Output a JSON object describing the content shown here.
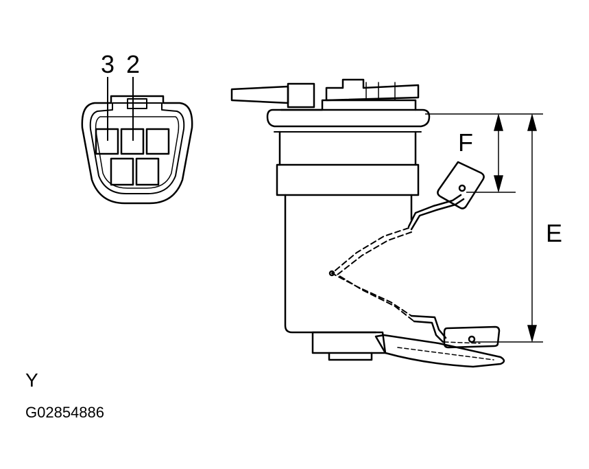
{
  "connector": {
    "pin_labels": [
      "3",
      "2"
    ]
  },
  "dimensions": {
    "f_label": "F",
    "e_label": "E"
  },
  "view_label": "Y",
  "figure_code": "G02854886",
  "colors": {
    "line": "#000000",
    "background": "#ffffff"
  }
}
